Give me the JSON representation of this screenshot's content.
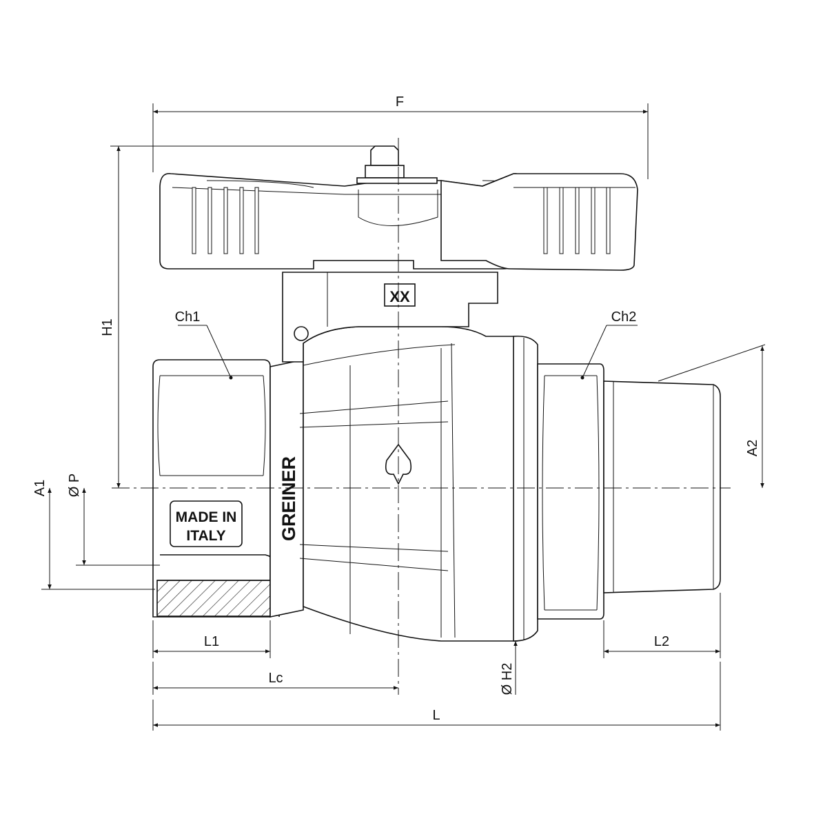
{
  "dimensions": {
    "F": "F",
    "H1": "H1",
    "Ch1": "Ch1",
    "Ch2": "Ch2",
    "A1": "A1",
    "A2": "A2",
    "P": "P",
    "H2": "H2",
    "L1": "L1",
    "L2": "L2",
    "Lc": "Lc",
    "L": "L"
  },
  "diameter_symbol": "Ø",
  "markings": {
    "brand": "GREINER",
    "origin_line1": "MADE IN",
    "origin_line2": "ITALY",
    "code": "XX"
  }
}
